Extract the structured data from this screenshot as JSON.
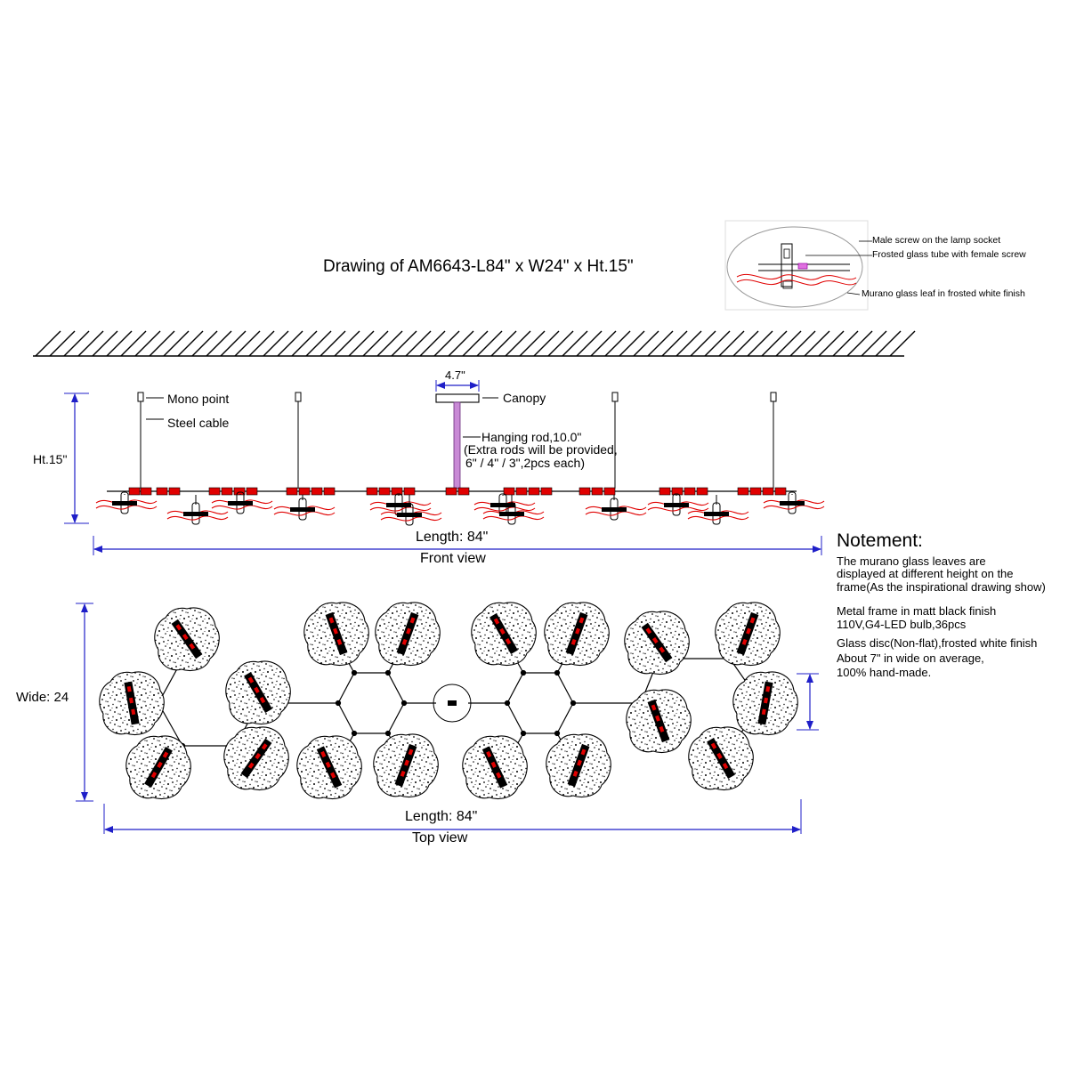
{
  "title": "Drawing of AM6643-L84\" x W24\" x Ht.15\"",
  "detail": {
    "male_screw": "Male screw on the lamp socket",
    "frosted_tube": "Frosted glass tube with female screw",
    "leaf": "Murano glass leaf in frosted white finish"
  },
  "front_view": {
    "canopy_width": "4.7\"",
    "canopy": "Canopy",
    "mono_point": "Mono point",
    "steel_cable": "Steel cable",
    "height": "Ht.15\"",
    "hanging_rod_1": "Hanging rod,10.0\"",
    "hanging_rod_2": "(Extra rods will be provided,",
    "hanging_rod_3": "6\" / 4\" / 3\",2pcs each)",
    "length": "Length: 84\"",
    "view_name": "Front view"
  },
  "top_view": {
    "wide": "Wide: 24",
    "length": "Length: 84\"",
    "view_name": "Top view"
  },
  "notes": {
    "heading": "Notement:",
    "line1": "The murano glass leaves are",
    "line2": "displayed at different height on the",
    "line3": "frame(As the inspirational drawing show)",
    "line4": "Metal frame in matt black finish",
    "line5": "110V,G4-LED bulb,36pcs",
    "line6": "Glass disc(Non-flat),frosted white finish",
    "line7": "About 7\" in wide on average,",
    "line8": "100% hand-made."
  },
  "colors": {
    "dimension": "#1f1fc8",
    "glass_red": "#e00000",
    "hanging_rod": "#c98ad6",
    "leaf_outline": "#d05050"
  }
}
